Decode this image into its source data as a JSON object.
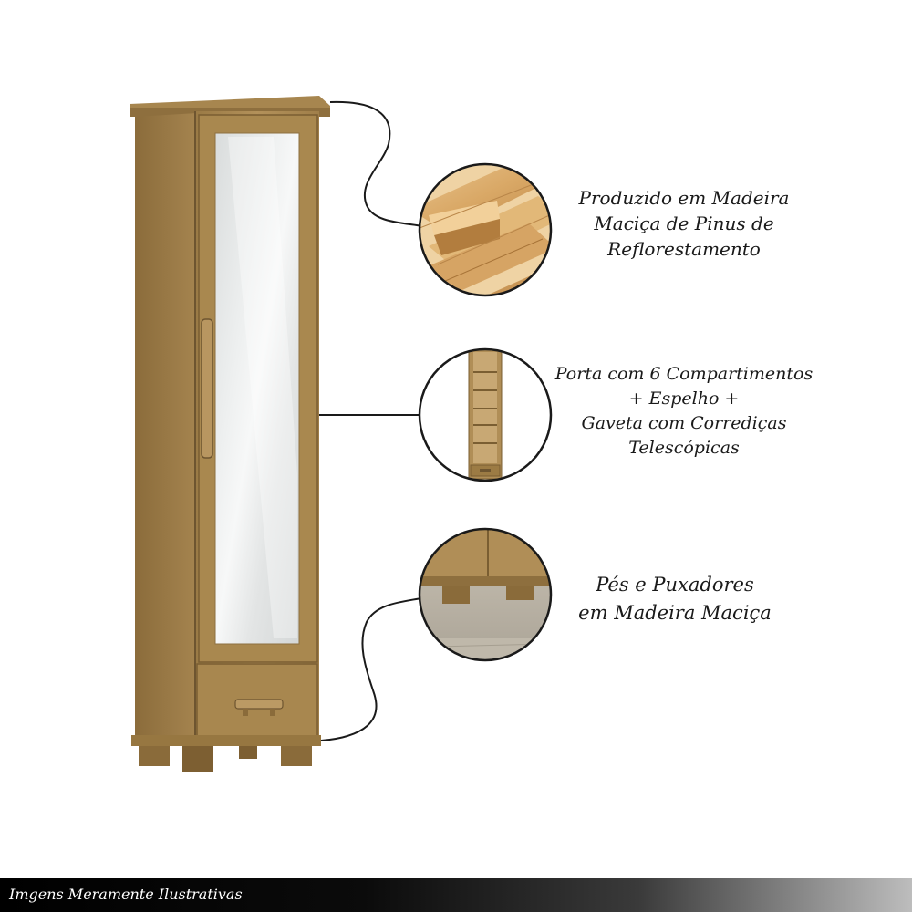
{
  "features": [
    {
      "id": "wood",
      "icon": "wood-planks-icon",
      "lines": [
        "Produzido em Madeira",
        "Maciça de Pinus de",
        "Reflorestamento"
      ]
    },
    {
      "id": "door",
      "icon": "door-shelves-icon",
      "lines": [
        "Porta com 6 Compartimentos",
        "+ Espelho +",
        "Gaveta com Corrediças",
        "Telescópicas"
      ]
    },
    {
      "id": "feet",
      "icon": "wooden-feet-icon",
      "lines": [
        "Pés e Puxadores",
        "em Madeira Maciça"
      ]
    }
  ],
  "footer": {
    "text": "Imgens Meramente Ilustrativas"
  },
  "colors": {
    "wood_light": "#b08e57",
    "wood_dark": "#8a6b3a",
    "wood_shadow": "#6e5530",
    "mirror": "#e4e6e6",
    "line": "#1a1a1a"
  }
}
